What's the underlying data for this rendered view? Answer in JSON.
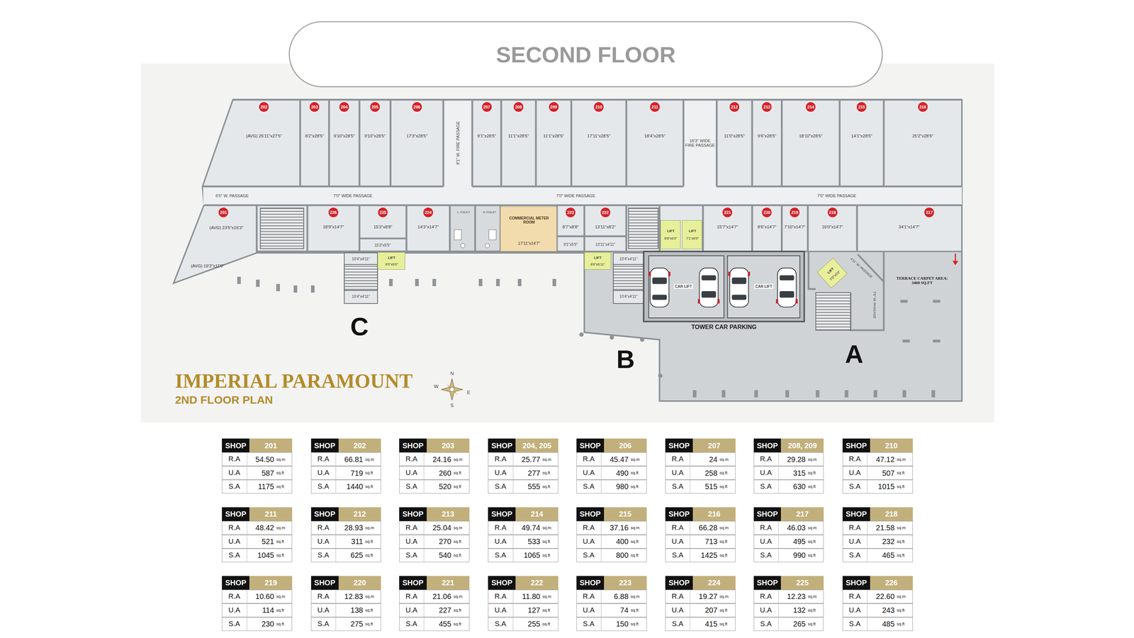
{
  "diagram": {
    "title": "SECOND FLOOR",
    "nodes": [
      {
        "text": [
          "202",
          "(AVG) 25'11\"x27'5\""
        ]
      },
      {
        "text": [
          "203",
          "8'2\"x28'5\""
        ]
      },
      {
        "text": [
          "204",
          "9'10\"x28'5\""
        ]
      },
      {
        "text": [
          "205",
          "9'10\"x28'5\""
        ]
      },
      {
        "text": [
          "206",
          "17'3\"x28'5\""
        ]
      },
      {
        "text": [
          "207",
          "9'1\"x28'5\""
        ]
      },
      {
        "text": [
          "208",
          "11'1\"x28'5\""
        ]
      },
      {
        "text": [
          "209",
          "11'1\"x28'5\""
        ]
      },
      {
        "text": [
          "210",
          "17'11\"x28'5\""
        ]
      },
      {
        "text": [
          "211",
          "18'4\"x28'5\""
        ]
      },
      {
        "text": [
          "212",
          "11'0\"x28'5\""
        ]
      },
      {
        "text": [
          "213",
          "9'6\"x28'5\""
        ]
      },
      {
        "text": [
          "214",
          "18'10\"x28'5\""
        ]
      },
      {
        "text": [
          "215",
          "14'1\"x28'5\""
        ]
      },
      {
        "text": [
          "216",
          "25'2\"x28'5\""
        ]
      },
      {
        "text": [
          "201",
          "(AVG) 23'5\"x16'3\"",
          "(AVG) 19'2\"x11'0\""
        ]
      },
      {
        "text": [
          "226",
          "18'9\"x14'7\""
        ]
      },
      {
        "text": [
          "225",
          "15'3\"x8'8\""
        ]
      },
      {
        "text": [
          "224",
          "14'3\"x14'7\""
        ]
      },
      {
        "text": [
          "COMMERCIAL METER ROOM",
          "17'11\"x14'7\""
        ]
      },
      {
        "text": [
          "223",
          "8'7\"x8'8\""
        ]
      },
      {
        "text": [
          "222",
          "13'11\"x8'2\""
        ]
      },
      {
        "text": [
          "LIFT",
          "8'8\"x6'0\""
        ]
      },
      {
        "text": [
          "LIFT",
          "7'1\"x8'0\""
        ]
      },
      {
        "text": [
          "221",
          "15'7\"x14'7\""
        ]
      },
      {
        "text": [
          "220",
          "8'6\"x14'7\""
        ]
      },
      {
        "text": [
          "219",
          "7'10\"x14'7\""
        ]
      },
      {
        "text": [
          "218",
          "16'0\"x14'7\""
        ]
      },
      {
        "text": [
          "217",
          "34'1\"x14'7\""
        ]
      },
      {
        "text": [
          "LIFT",
          "8'0\"x5'0\""
        ]
      },
      {
        "text": [
          "LIFT",
          "8'8\"x5'11\""
        ]
      },
      {
        "text": [
          "LIFT",
          "5'0\"x5'0\""
        ]
      },
      {
        "text": [
          "SHOP",
          "201",
          "R.A",
          "54.50",
          "sq.m",
          "U.A",
          "587",
          "sq.ft",
          "S.A",
          "1175",
          "sq.ft"
        ]
      },
      {
        "text": [
          "SHOP",
          "202",
          "R.A",
          "66.81",
          "sq.m",
          "U.A",
          "719",
          "sq.ft",
          "S.A",
          "1440",
          "sq.ft"
        ]
      },
      {
        "text": [
          "SHOP",
          "203",
          "R.A",
          "24.16",
          "sq.m",
          "U.A",
          "260",
          "sq.ft",
          "S.A",
          "520",
          "sq.ft"
        ]
      },
      {
        "text": [
          "SHOP",
          "204, 205",
          "R.A",
          "25.77",
          "sq.m",
          "U.A",
          "277",
          "sq.ft",
          "S.A",
          "555",
          "sq.ft"
        ]
      },
      {
        "text": [
          "SHOP",
          "206",
          "R.A",
          "45.47",
          "sq.m",
          "U.A",
          "490",
          "sq.ft",
          "S.A",
          "980",
          "sq.ft"
        ]
      },
      {
        "text": [
          "SHOP",
          "207",
          "R.A",
          "24",
          "sq.m",
          "U.A",
          "258",
          "sq.ft",
          "S.A",
          "515",
          "sq.ft"
        ]
      },
      {
        "text": [
          "SHOP",
          "208, 209",
          "R.A",
          "29.28",
          "sq.m",
          "U.A",
          "315",
          "sq.ft",
          "S.A",
          "630",
          "sq.ft"
        ]
      },
      {
        "text": [
          "SHOP",
          "210",
          "R.A",
          "47.12",
          "sq.m",
          "U.A",
          "507",
          "sq.ft",
          "S.A",
          "1015",
          "sq.ft"
        ]
      },
      {
        "text": [
          "SHOP",
          "211",
          "R.A",
          "48.42",
          "sq.m",
          "U.A",
          "521",
          "sq.ft",
          "S.A",
          "1045",
          "sq.ft"
        ]
      },
      {
        "text": [
          "SHOP",
          "212",
          "R.A",
          "28.93",
          "sq.m",
          "U.A",
          "311",
          "sq.ft",
          "S.A",
          "625",
          "sq.ft"
        ]
      },
      {
        "text": [
          "SHOP",
          "213",
          "R.A",
          "25.04",
          "sq.m",
          "U.A",
          "270",
          "sq.ft",
          "S.A",
          "540",
          "sq.ft"
        ]
      },
      {
        "text": [
          "SHOP",
          "214",
          "R.A",
          "49.74",
          "sq.m",
          "U.A",
          "533",
          "sq.ft",
          "S.A",
          "1065",
          "sq.ft"
        ]
      },
      {
        "text": [
          "SHOP",
          "215",
          "R.A",
          "37.16",
          "sq.m",
          "U.A",
          "400",
          "sq.ft",
          "S.A",
          "800",
          "sq.ft"
        ]
      },
      {
        "text": [
          "SHOP",
          "216",
          "R.A",
          "66.28",
          "sq.m",
          "U.A",
          "713",
          "sq.ft",
          "S.A",
          "1425",
          "sq.ft"
        ]
      },
      {
        "text": [
          "SHOP",
          "217",
          "R.A",
          "46.03",
          "sq.m",
          "U.A",
          "495",
          "sq.ft",
          "S.A",
          "990",
          "sq.ft"
        ]
      },
      {
        "text": [
          "SHOP",
          "218",
          "R.A",
          "21.58",
          "sq.m",
          "U.A",
          "232",
          "sq.ft",
          "S.A",
          "465",
          "sq.ft"
        ]
      },
      {
        "text": [
          "SHOP",
          "219",
          "R.A",
          "10.60",
          "sq.m",
          "U.A",
          "114",
          "sq.ft",
          "S.A",
          "230",
          "sq.ft"
        ]
      },
      {
        "text": [
          "SHOP",
          "220",
          "R.A",
          "12.83",
          "sq.m",
          "U.A",
          "138",
          "sq.ft",
          "S.A",
          "275",
          "sq.ft"
        ]
      },
      {
        "text": [
          "SHOP",
          "221",
          "R.A",
          "21.06",
          "sq.m",
          "U.A",
          "227",
          "sq.ft",
          "S.A",
          "455",
          "sq.ft"
        ]
      },
      {
        "text": [
          "SHOP",
          "222",
          "R.A",
          "11.80",
          "sq.m",
          "U.A",
          "127",
          "sq.ft",
          "S.A",
          "255",
          "sq.ft"
        ]
      },
      {
        "text": [
          "SHOP",
          "223",
          "R.A",
          "6.88",
          "sq.m",
          "U.A",
          "74",
          "sq.ft",
          "S.A",
          "150",
          "sq.ft"
        ]
      },
      {
        "text": [
          "SHOP",
          "224",
          "R.A",
          "19.27",
          "sq.m",
          "U.A",
          "207",
          "sq.ft",
          "S.A",
          "415",
          "sq.ft"
        ]
      },
      {
        "text": [
          "SHOP",
          "225",
          "R.A",
          "12.23",
          "sq.m",
          "U.A",
          "132",
          "sq.ft",
          "S.A",
          "265",
          "sq.ft"
        ]
      },
      {
        "text": [
          "SHOP",
          "226",
          "R.A",
          "22.60",
          "sq.m",
          "U.A",
          "243",
          "sq.ft",
          "S.A",
          "485",
          "sq.ft"
        ]
      }
    ],
    "labels": [
      "6'5\" W. PASSAGE",
      "7'0\" WIDE PASSAGE",
      "7'0\" WIDE PASSAGE",
      "7'0\" WIDE PASSAGE",
      "9'1\" W. FIRE PASSAGE",
      "16'3\" WIDE FIRE PASSAGE",
      "15'3\"x5'5\"",
      "L.TOILET",
      "G.TOILET",
      "9'1\"x5'5\"",
      "13'11\"x4'11\"",
      "10'4\"x4'11\"",
      "10'4\"x4'11\"",
      "10'4\"x4'11\"",
      "10'4\"x4'11\"",
      "CAR LIFT",
      "CAR LIFT",
      "TOWER CAR PARKING",
      "4'11\" W. PASSAGE",
      "7'5\" W. PASSAGE",
      "TERRACE CARPET AREA: 3460 SQ.FT",
      "C",
      "B",
      "A",
      "IMPERIAL PARAMOUNT",
      "2ND FLOOR PLAN",
      "N",
      "E",
      "S",
      "W"
    ]
  }
}
